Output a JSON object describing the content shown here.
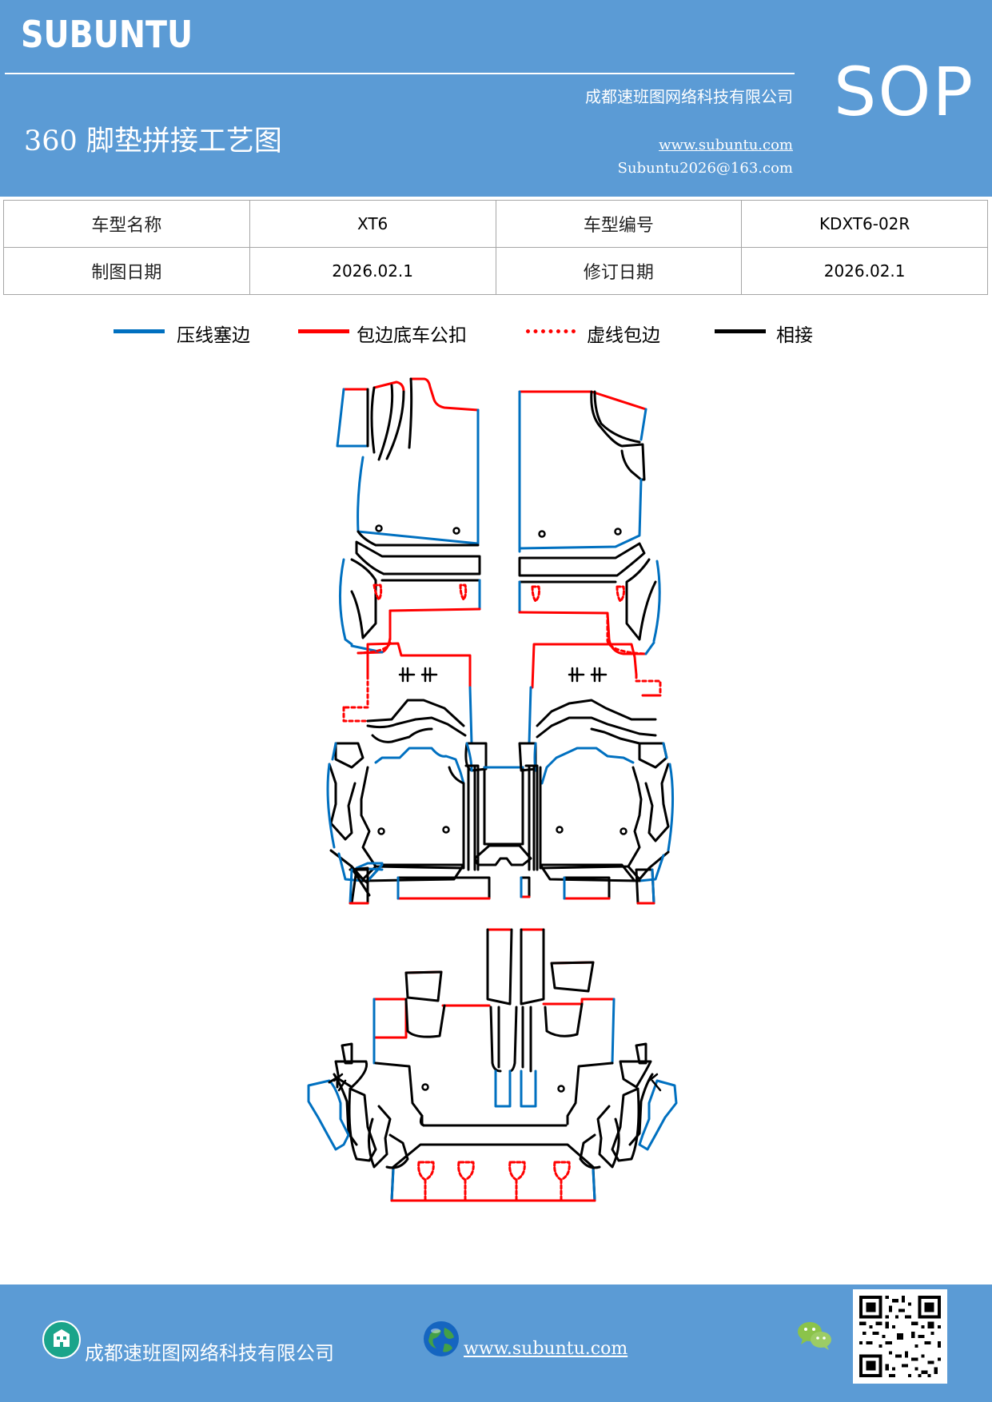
{
  "header": {
    "brand": "SUBUNTU",
    "company": "成都速班图网络科技有限公司",
    "title": "360 脚垫拼接工艺图",
    "website": "www.subuntu.com",
    "email": "Subuntu2026@163.com",
    "badge": "SOP"
  },
  "info": {
    "model_name_label": "车型名称",
    "model_name_value": "XT6",
    "model_code_label": "车型编号",
    "model_code_value": "KDXT6-02R",
    "drawing_date_label": "制图日期",
    "drawing_date_value": "2026.02.1",
    "revision_date_label": "修订日期",
    "revision_date_value": "2026.02.1"
  },
  "legend": [
    {
      "label": "压线塞边",
      "color": "#0070c0",
      "style": "solid"
    },
    {
      "label": "包边底车公扣",
      "color": "#ff0000",
      "style": "solid"
    },
    {
      "label": "虚线包边",
      "color": "#ff0000",
      "style": "dotted"
    },
    {
      "label": "相接",
      "color": "#000000",
      "style": "solid"
    }
  ],
  "footer": {
    "company": "成都速班图网络科技有限公司",
    "website": "www.subuntu.com",
    "icons": [
      "building-icon",
      "globe-icon",
      "wechat-icon",
      "qr-code"
    ]
  }
}
